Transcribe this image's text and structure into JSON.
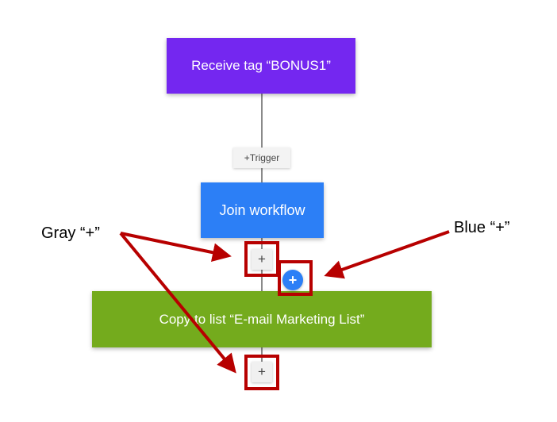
{
  "workflow": {
    "trigger_node": {
      "label": "Receive tag “BONUS1”",
      "color": "#7427f0"
    },
    "add_trigger_button": {
      "label": "+Trigger"
    },
    "join_node": {
      "label": "Join workflow",
      "color": "#2c7ff6"
    },
    "copy_node": {
      "label": "Copy to list “E-mail Marketing List”",
      "color": "#74ab1d"
    },
    "gray_plus_label": "+",
    "blue_plus_label": "+"
  },
  "annotations": {
    "gray_callout": "Gray “+”",
    "blue_callout": "Blue “+”",
    "highlight_color": "#b70000"
  }
}
